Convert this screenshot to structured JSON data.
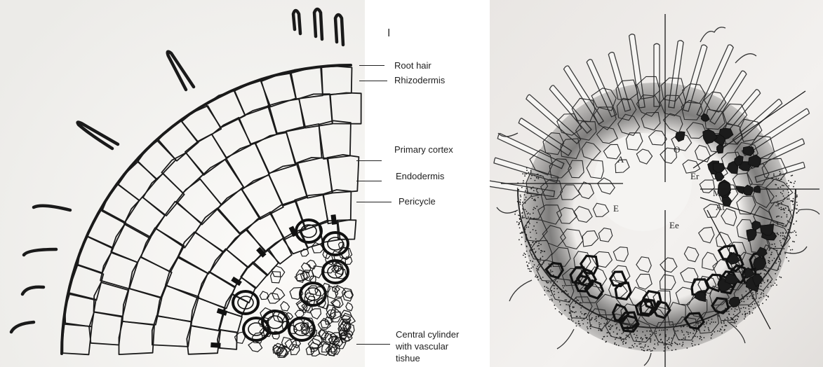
{
  "left_diagram": {
    "labels": [
      "Root hair",
      "Rhizodermis",
      "Primary cortex",
      "Endodermis",
      "Pericycle",
      "Central cylinder",
      "with vascular",
      "tishue"
    ],
    "stray_mark": "I"
  },
  "right_diagram": {
    "labels": [
      "A",
      "O",
      "Er",
      "M",
      "At",
      "E",
      "Ee"
    ]
  }
}
